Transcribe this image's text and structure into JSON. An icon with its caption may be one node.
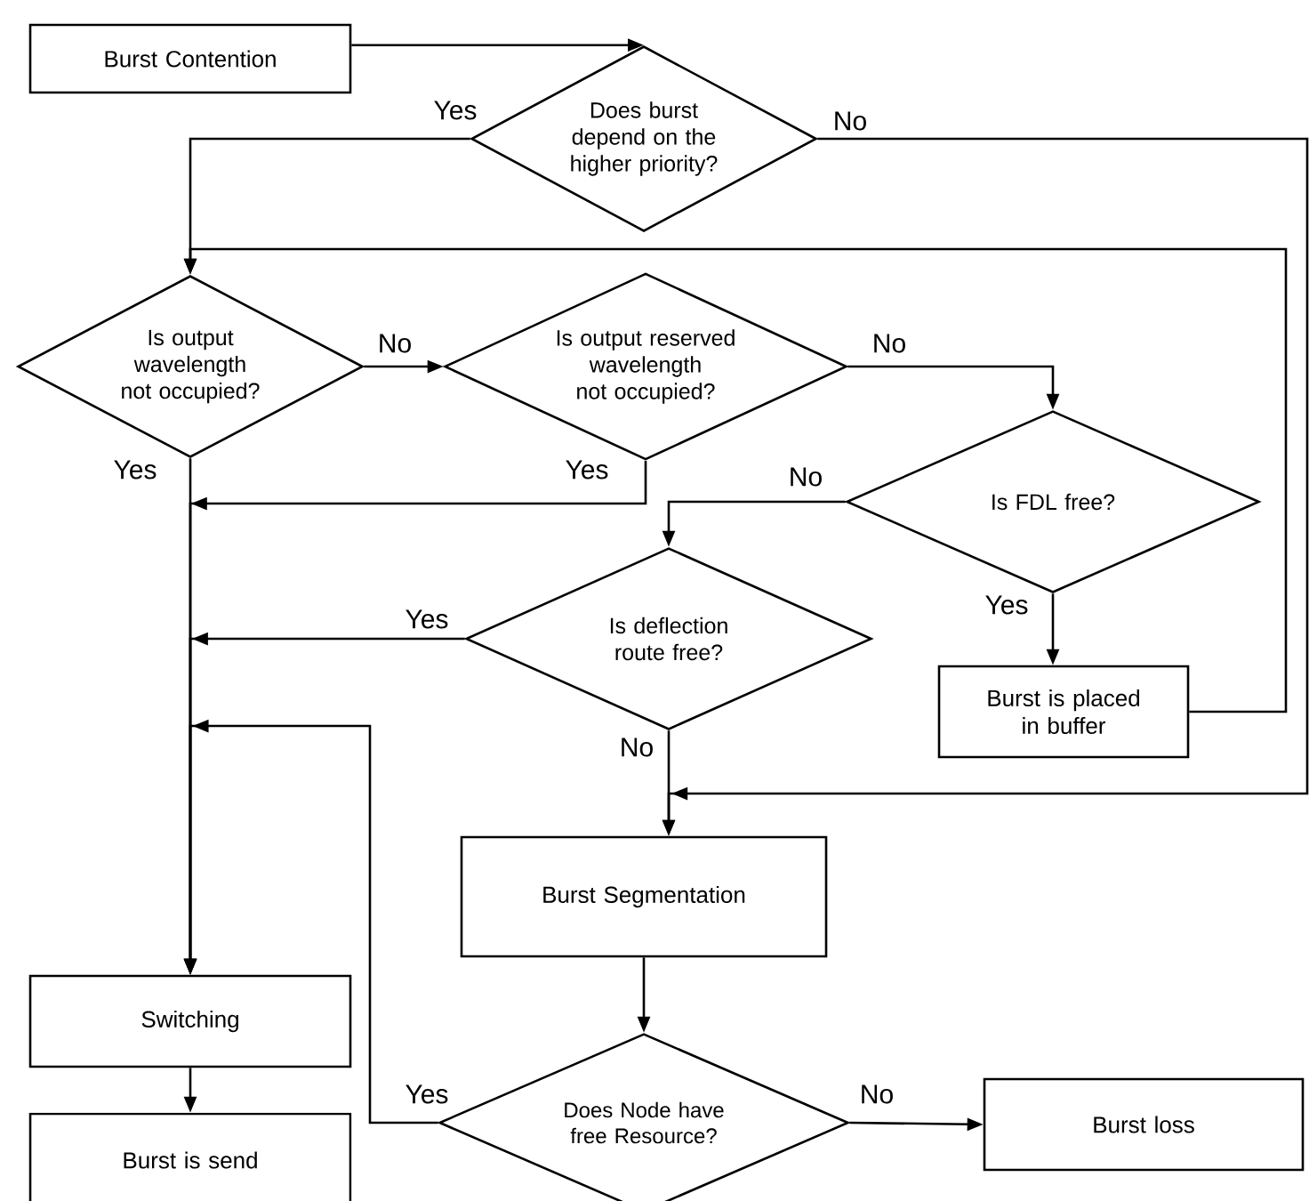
{
  "diagram": {
    "nodes": [
      {
        "text": [
          "Burst Contention"
        ]
      },
      {
        "text": [
          "Does burst depend on the higher priority?"
        ]
      },
      {
        "text": [
          "Is output wavelength not occupied?"
        ]
      },
      {
        "text": [
          "Is output reserved wavelength not occupied?"
        ]
      },
      {
        "text": [
          "Is FDL free?"
        ]
      },
      {
        "text": [
          "Is deflection route free?"
        ]
      },
      {
        "text": [
          "Burst is placed in buffer"
        ]
      },
      {
        "text": [
          "Burst Segmentation"
        ]
      },
      {
        "text": [
          "Does Node have free Resource?"
        ]
      },
      {
        "text": [
          "Switching"
        ]
      },
      {
        "text": [
          "Burst is send"
        ]
      },
      {
        "text": [
          "Burst loss"
        ]
      }
    ],
    "edges": [
      {
        "from": 0,
        "to": 1,
        "arrow": "to"
      },
      {
        "from": 1,
        "to": 2,
        "arrow": "to",
        "label": "Yes"
      },
      {
        "from": 1,
        "to": 7,
        "arrow": "to",
        "label": "No"
      },
      {
        "from": 2,
        "to": 3,
        "arrow": "to",
        "label": "No"
      },
      {
        "from": 2,
        "to": 9,
        "arrow": "to",
        "label": "Yes"
      },
      {
        "from": 3,
        "to": 4,
        "arrow": "to",
        "label": "No"
      },
      {
        "from": 3,
        "to": 9,
        "arrow": "to",
        "label": "Yes"
      },
      {
        "from": 4,
        "to": 5,
        "arrow": "to",
        "label": "No"
      },
      {
        "from": 4,
        "to": 6,
        "arrow": "to",
        "label": "Yes"
      },
      {
        "from": 5,
        "to": 9,
        "arrow": "to",
        "label": "Yes"
      },
      {
        "from": 5,
        "to": 7,
        "arrow": "to",
        "label": "No"
      },
      {
        "from": 6,
        "to": 2,
        "arrow": "to"
      },
      {
        "from": 7,
        "to": 8,
        "arrow": "to"
      },
      {
        "from": 8,
        "to": 9,
        "arrow": "to",
        "label": "Yes"
      },
      {
        "from": 8,
        "to": 11,
        "arrow": "to",
        "label": "No"
      },
      {
        "from": 9,
        "to": 10,
        "arrow": "to"
      }
    ]
  }
}
